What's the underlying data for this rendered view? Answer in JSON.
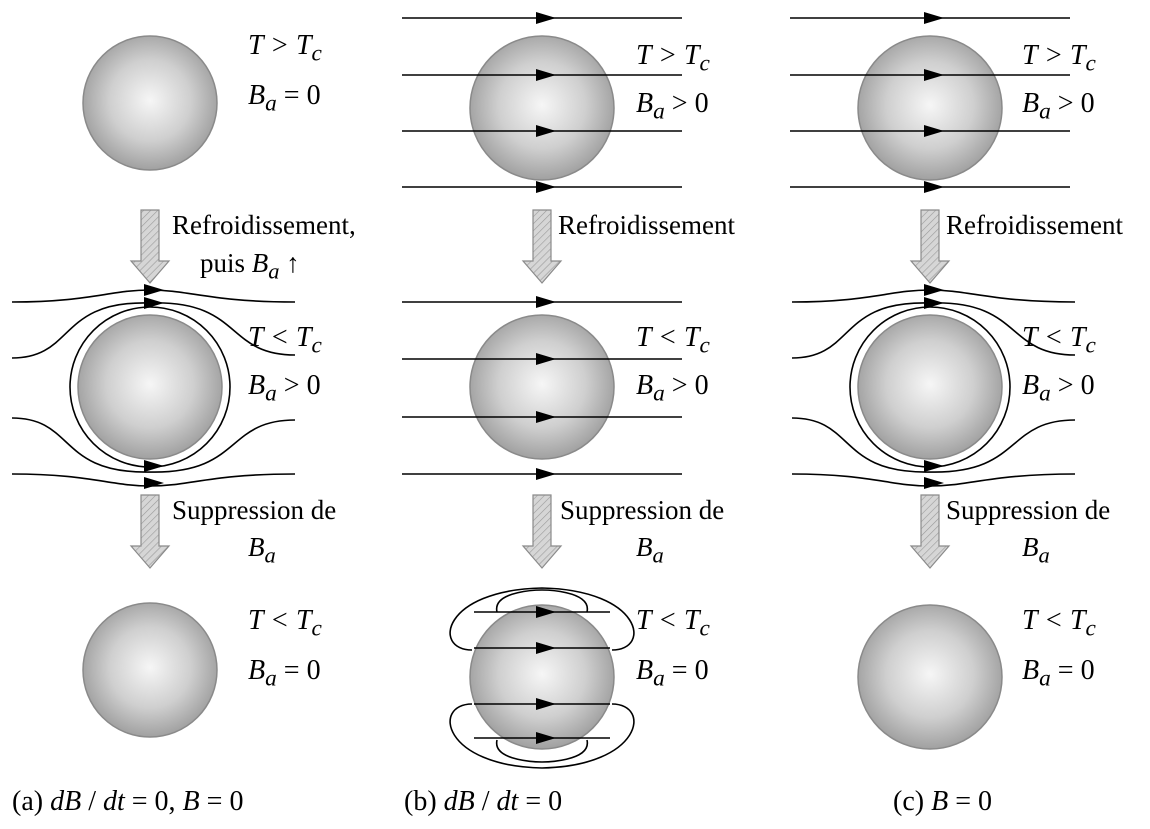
{
  "columns": [
    {
      "id": "a",
      "states": [
        {
          "T": "T > T",
          "Tsub": "c",
          "B": "B",
          "Bsub": "a",
          "Bcond": " = 0"
        },
        {
          "T": "T < T",
          "Tsub": "c",
          "B": "B",
          "Bsub": "a",
          "Bcond": " > 0"
        },
        {
          "T": "T < T",
          "Tsub": "c",
          "B": "B",
          "Bsub": "a",
          "Bcond": " = 0"
        }
      ],
      "step1": {
        "line1": "Refroidissement,",
        "line2_text": "puis ",
        "line2_var": "B",
        "line2_sub": "a",
        "line2_arrow": " ↑"
      },
      "step2": {
        "line1": "Suppression de",
        "line2_var": "B",
        "line2_sub": "a"
      },
      "caption": {
        "prefix": "(a) ",
        "part1": "dB",
        "part2": " / ",
        "part3": "dt",
        "part4": " = 0,  ",
        "part5": "B",
        "part6": " = 0"
      }
    },
    {
      "id": "b",
      "states": [
        {
          "T": "T > T",
          "Tsub": "c",
          "B": "B",
          "Bsub": "a",
          "Bcond": " > 0"
        },
        {
          "T": "T < T",
          "Tsub": "c",
          "B": "B",
          "Bsub": "a",
          "Bcond": " > 0"
        },
        {
          "T": "T < T",
          "Tsub": "c",
          "B": "B",
          "Bsub": "a",
          "Bcond": " = 0"
        }
      ],
      "step1": {
        "line1": "Refroidissement"
      },
      "step2": {
        "line1": "Suppression de",
        "line2_var": "B",
        "line2_sub": "a"
      },
      "caption": {
        "prefix": "(b) ",
        "part1": "dB",
        "part2": " / ",
        "part3": "dt",
        "part4": " = 0"
      }
    },
    {
      "id": "c",
      "states": [
        {
          "T": "T > T",
          "Tsub": "c",
          "B": "B",
          "Bsub": "a",
          "Bcond": " > 0"
        },
        {
          "T": "T < T",
          "Tsub": "c",
          "B": "B",
          "Bsub": "a",
          "Bcond": " > 0"
        },
        {
          "T": "T < T",
          "Tsub": "c",
          "B": "B",
          "Bsub": "a",
          "Bcond": " = 0"
        }
      ],
      "step1": {
        "line1": "Refroidissement"
      },
      "step2": {
        "line1": "Suppression de",
        "line2_var": "B",
        "line2_sub": "a"
      },
      "caption": {
        "prefix": "(c) ",
        "part1": "B",
        "part4": " = 0"
      }
    }
  ],
  "colors": {
    "sphere_center": "#f4f4f4",
    "sphere_edge": "#8a8a8a",
    "arrow_fill": "#c8c8c8",
    "line": "#000000"
  }
}
